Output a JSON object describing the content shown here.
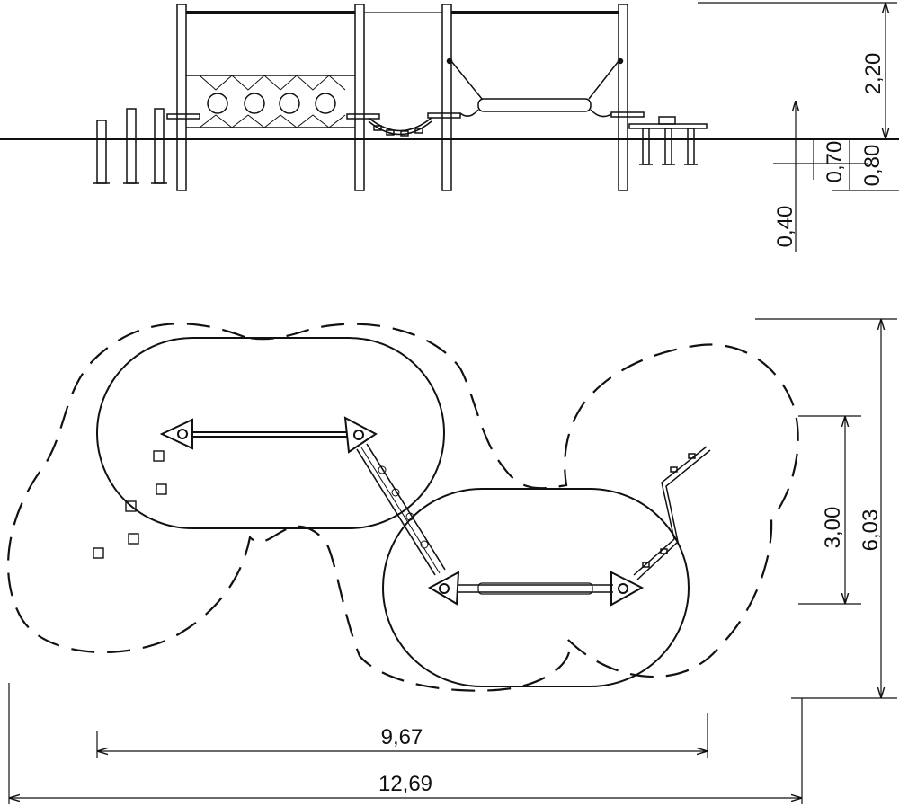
{
  "dimensions": {
    "height_total": "2,20",
    "platform_height": "0,70",
    "rail_height": "0,80",
    "foundation_depth": "0,40",
    "zone_width_inner": "3,00",
    "zone_width_outer": "6,03",
    "length_inner": "9,67",
    "length_outer": "12,69"
  },
  "colors": {
    "line": "#111111",
    "background": "#ffffff"
  }
}
